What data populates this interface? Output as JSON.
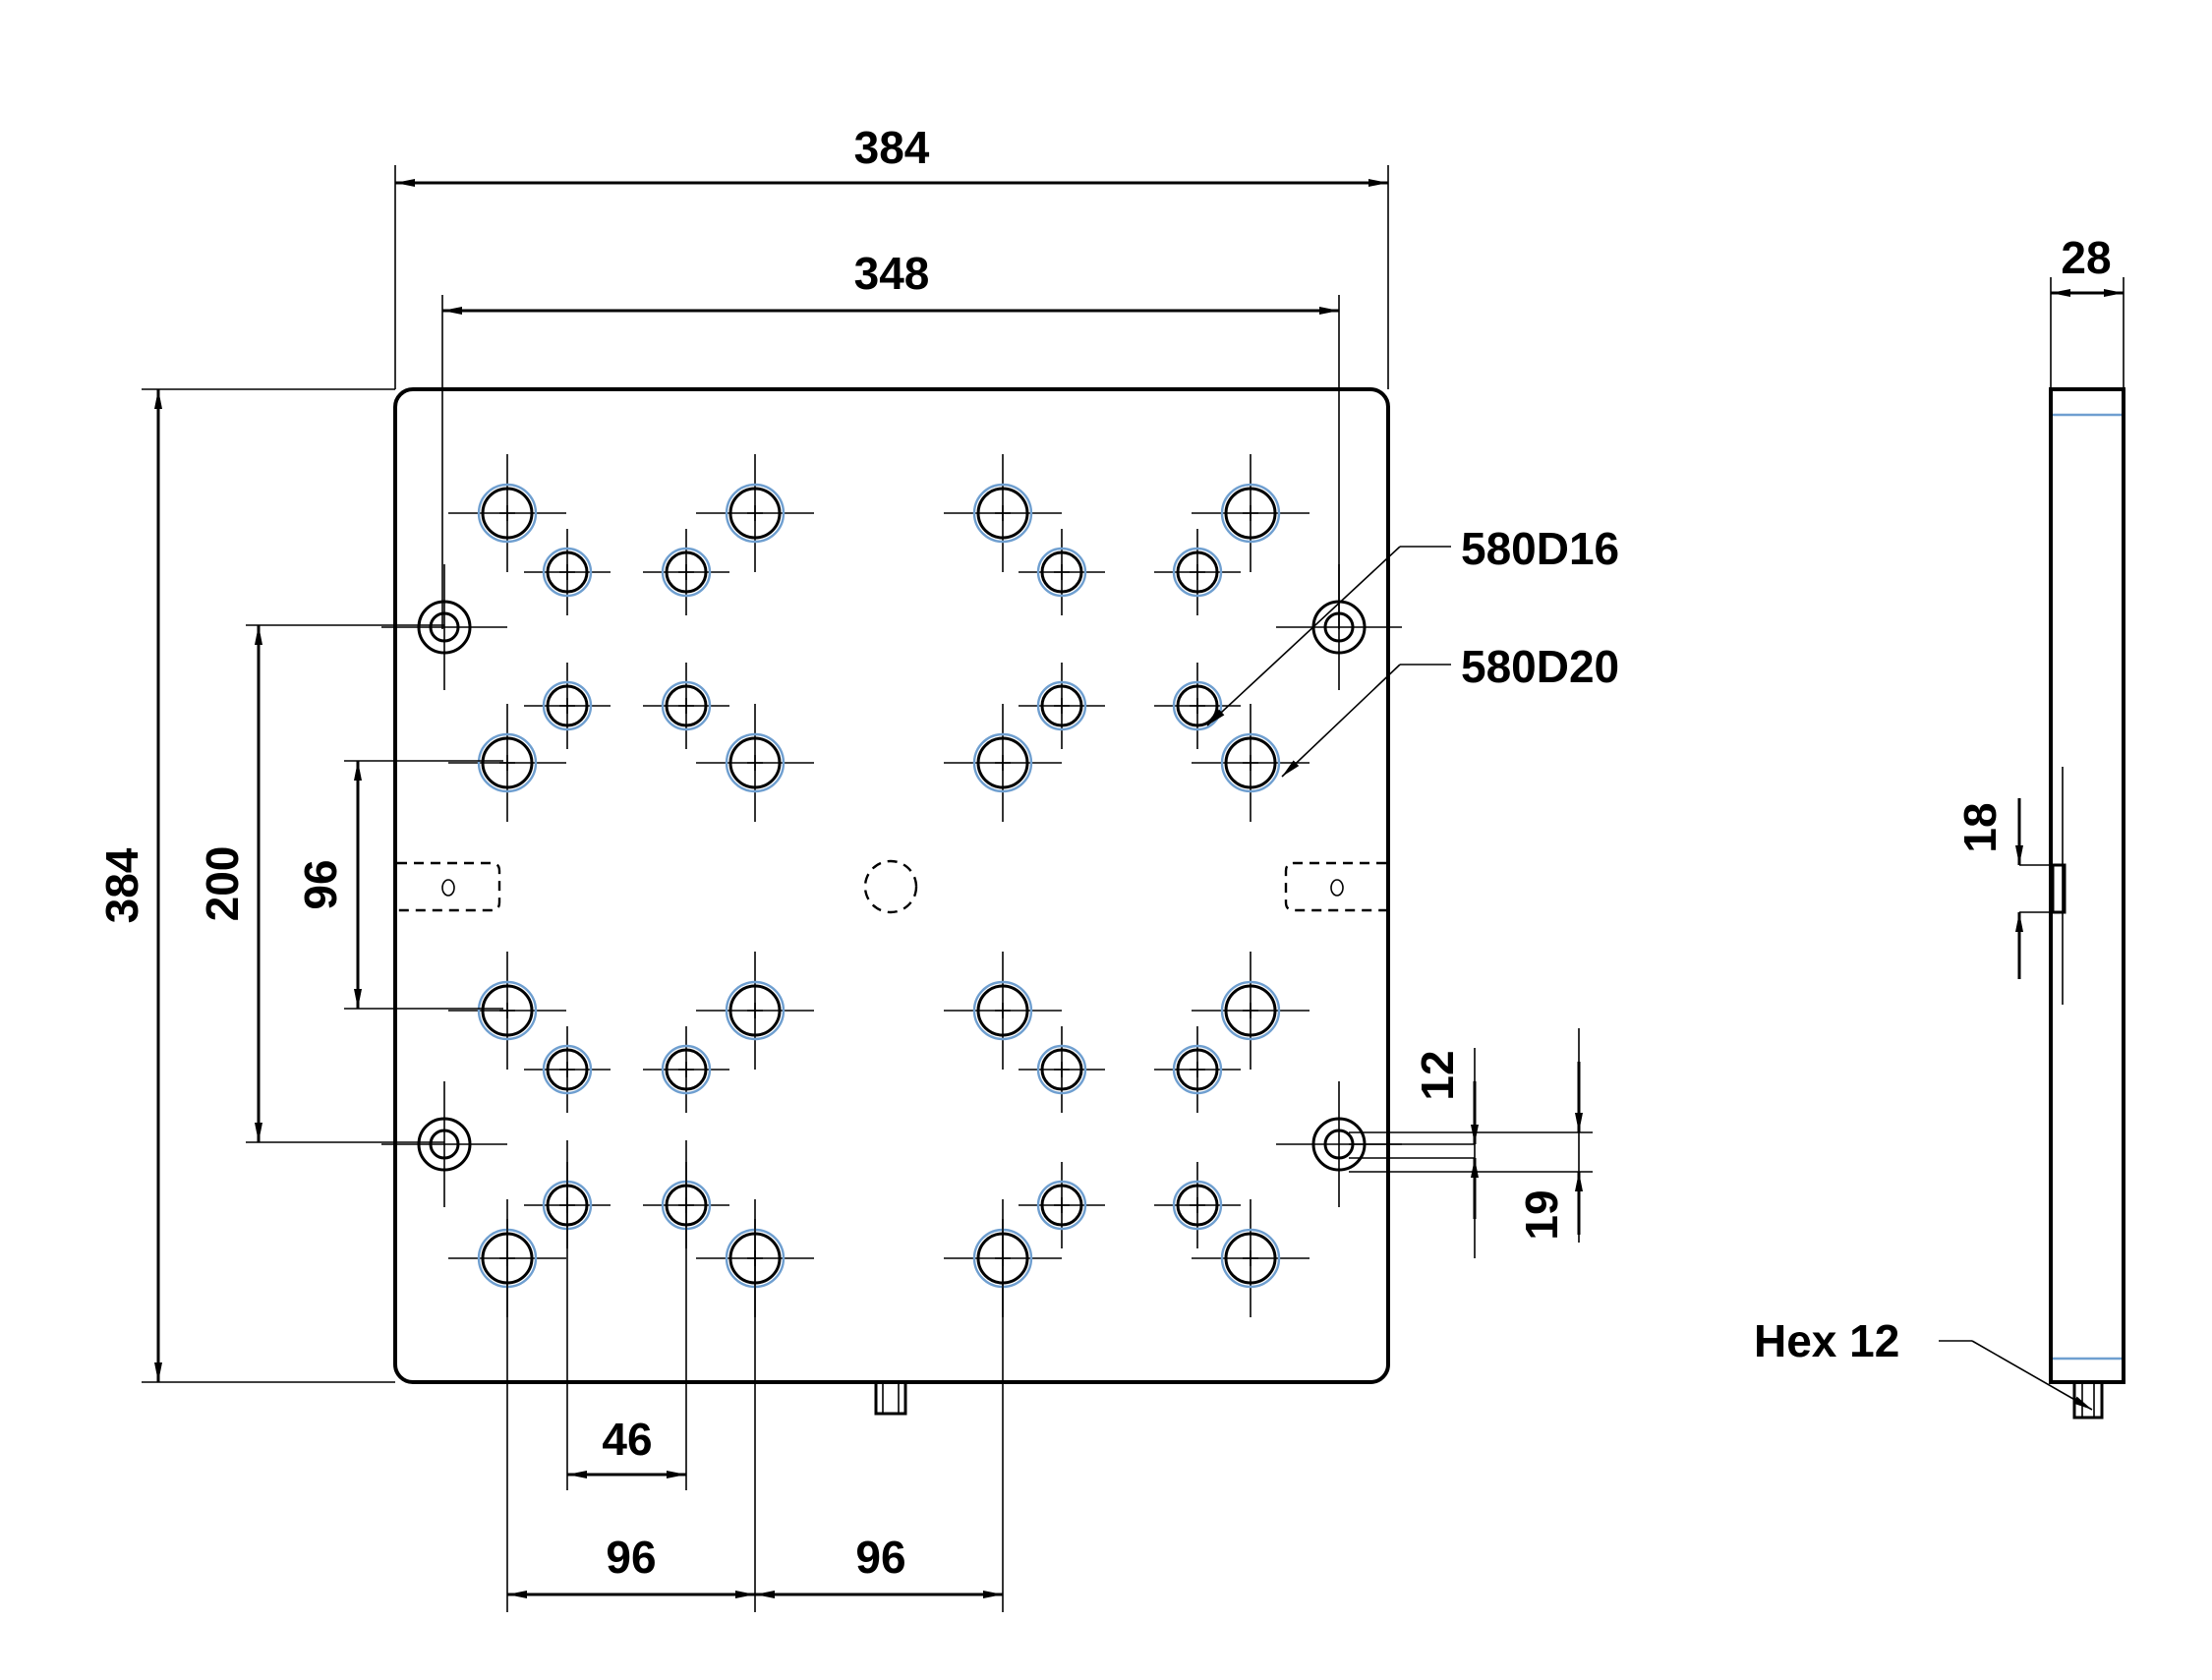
{
  "front_view": {
    "overall_width": "384",
    "inner_width": "348",
    "overall_height": "384",
    "pin_spacing_vertical": "200",
    "hole_spacing_vertical": "96",
    "small_hole_spacing": "46",
    "hole_spacing_left": "96",
    "hole_spacing_right": "96",
    "edge_offset_a": "12",
    "edge_offset_b": "19"
  },
  "callouts": {
    "small_hole_type": "580D16",
    "large_hole_type": "580D20"
  },
  "side_view": {
    "thickness": "28",
    "pin_width": "18",
    "hex_label": "Hex 12"
  }
}
